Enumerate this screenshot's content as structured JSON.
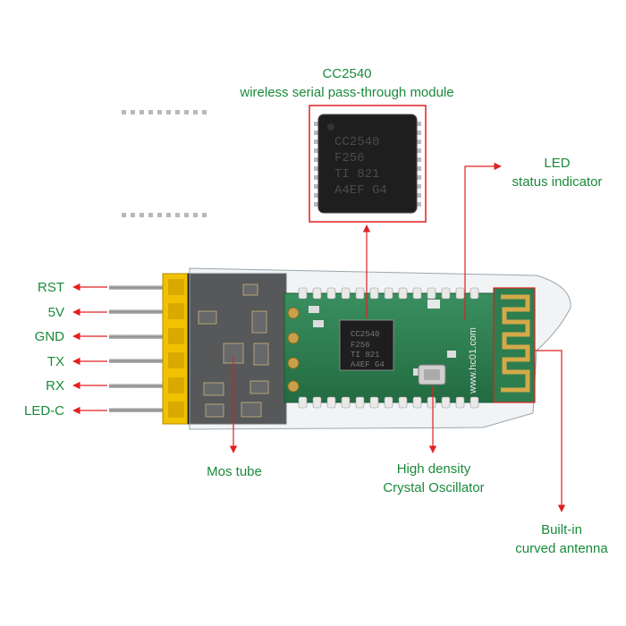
{
  "chip_label": {
    "line1": "CC2540",
    "line2": "wireless serial pass-through module"
  },
  "chip_marking": [
    "CC2540",
    "F256",
    "TI 821",
    "A4EF G4"
  ],
  "board_marking": "www.hc01.com",
  "led_label": {
    "line1": "LED",
    "line2": "status indicator"
  },
  "pins": [
    "RST",
    "5V",
    "GND",
    "TX",
    "RX",
    "LED-C"
  ],
  "mos_label": "Mos tube",
  "crystal_label": {
    "line1": "High density",
    "line2": "Crystal Oscillator"
  },
  "antenna_label": {
    "line1": "Built-in",
    "line2": "curved antenna"
  },
  "colors": {
    "label_text": "#1a8a3a",
    "callout_red": "#e02020",
    "pcb_green": "#2e7d4f",
    "header_yellow": "#f2c200",
    "chip_black": "#222222"
  }
}
